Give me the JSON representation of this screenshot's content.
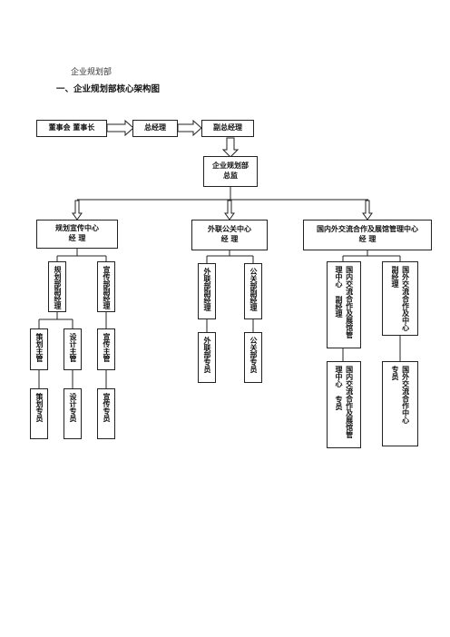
{
  "header": {
    "subtitle": "企业规划部",
    "title": "一、企业规划部核心架构图"
  },
  "top_row": {
    "board": "董事会 董事长",
    "gm": "总经理",
    "vice_gm": "副总经理"
  },
  "dept_head": {
    "line1": "企业规划部",
    "line2": "总监"
  },
  "centers": {
    "planning": {
      "line1": "规划宣传中心",
      "line2": "经  理"
    },
    "external": {
      "line1": "外联公关中心",
      "line2": "经  理"
    },
    "exchange": {
      "line1": "国内外交流合作及展馆管理中心",
      "line2": "经  理"
    }
  },
  "planning_center": {
    "deputy_planning": "规划部副经理",
    "deputy_publicity": "宣传部副经理",
    "planning_supervisor": "策划主管",
    "design_supervisor": "设计主管",
    "publicity_supervisor": "宣传主管",
    "planning_staff": "策划专员",
    "design_staff": "设计专员",
    "publicity_staff": "宣传专员"
  },
  "external_center": {
    "deputy_liaison": "外联部副经理",
    "deputy_pr": "公关部副经理",
    "liaison_staff": "外联部专员",
    "pr_staff": "公关部专员"
  },
  "exchange_center": {
    "domestic_deputy_col1": "国内交流合作及展馆管",
    "domestic_deputy_col2": "理中心 副经理",
    "foreign_deputy_col1": "国外交流合作及中心",
    "foreign_deputy_col2": "副经理",
    "domestic_staff_col1": "国内交流合作及展馆管",
    "domestic_staff_col2": "理中心 专员",
    "foreign_staff_col1": "国外交流合作中心",
    "foreign_staff_col2": "专员"
  }
}
